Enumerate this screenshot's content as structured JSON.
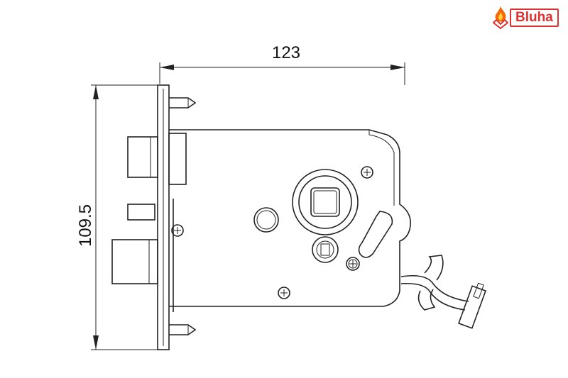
{
  "logo": {
    "brand": "Bluha",
    "color": "#e03131"
  },
  "dimensions": {
    "width": "123",
    "height": "109.5"
  },
  "line_color": "#222222"
}
